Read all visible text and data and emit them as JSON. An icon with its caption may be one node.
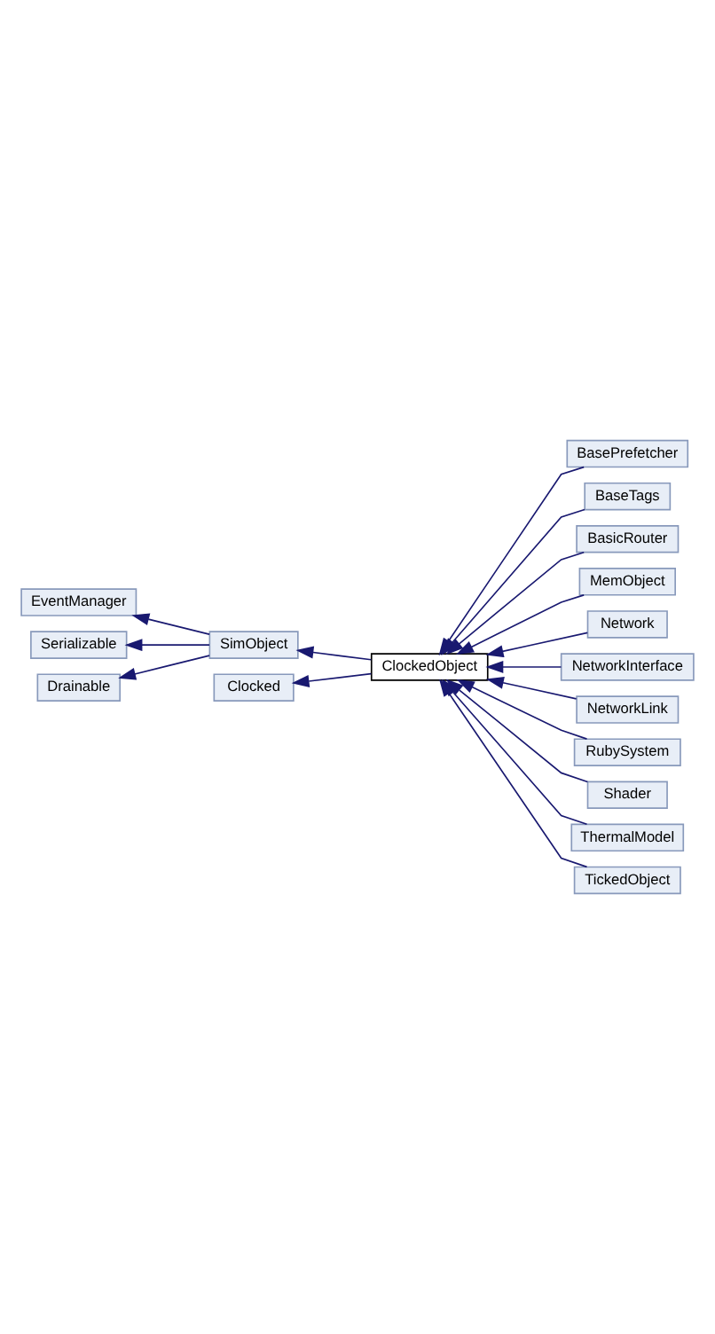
{
  "diagram": {
    "nodes": [
      {
        "text": [
          "EventManager"
        ]
      },
      {
        "text": [
          "Serializable"
        ]
      },
      {
        "text": [
          "Drainable"
        ]
      },
      {
        "text": [
          "SimObject"
        ]
      },
      {
        "text": [
          "Clocked"
        ]
      },
      {
        "text": [
          "ClockedObject"
        ]
      },
      {
        "text": [
          "BasePrefetcher"
        ]
      },
      {
        "text": [
          "BaseTags"
        ]
      },
      {
        "text": [
          "BasicRouter"
        ]
      },
      {
        "text": [
          "MemObject"
        ]
      },
      {
        "text": [
          "Network"
        ]
      },
      {
        "text": [
          "NetworkInterface"
        ]
      },
      {
        "text": [
          "NetworkLink"
        ]
      },
      {
        "text": [
          "RubySystem"
        ]
      },
      {
        "text": [
          "Shader"
        ]
      },
      {
        "text": [
          "ThermalModel"
        ]
      },
      {
        "text": [
          "TickedObject"
        ]
      }
    ],
    "edges": [
      {
        "from": 3,
        "to": 0,
        "arrow": "to"
      },
      {
        "from": 3,
        "to": 1,
        "arrow": "to"
      },
      {
        "from": 3,
        "to": 2,
        "arrow": "to"
      },
      {
        "from": 5,
        "to": 3,
        "arrow": "to"
      },
      {
        "from": 5,
        "to": 4,
        "arrow": "to"
      },
      {
        "from": 6,
        "to": 5,
        "arrow": "to"
      },
      {
        "from": 7,
        "to": 5,
        "arrow": "to"
      },
      {
        "from": 8,
        "to": 5,
        "arrow": "to"
      },
      {
        "from": 9,
        "to": 5,
        "arrow": "to"
      },
      {
        "from": 10,
        "to": 5,
        "arrow": "to"
      },
      {
        "from": 11,
        "to": 5,
        "arrow": "to"
      },
      {
        "from": 12,
        "to": 5,
        "arrow": "to"
      },
      {
        "from": 13,
        "to": 5,
        "arrow": "to"
      },
      {
        "from": 14,
        "to": 5,
        "arrow": "to"
      },
      {
        "from": 15,
        "to": 5,
        "arrow": "to"
      },
      {
        "from": 16,
        "to": 5,
        "arrow": "to"
      }
    ]
  }
}
